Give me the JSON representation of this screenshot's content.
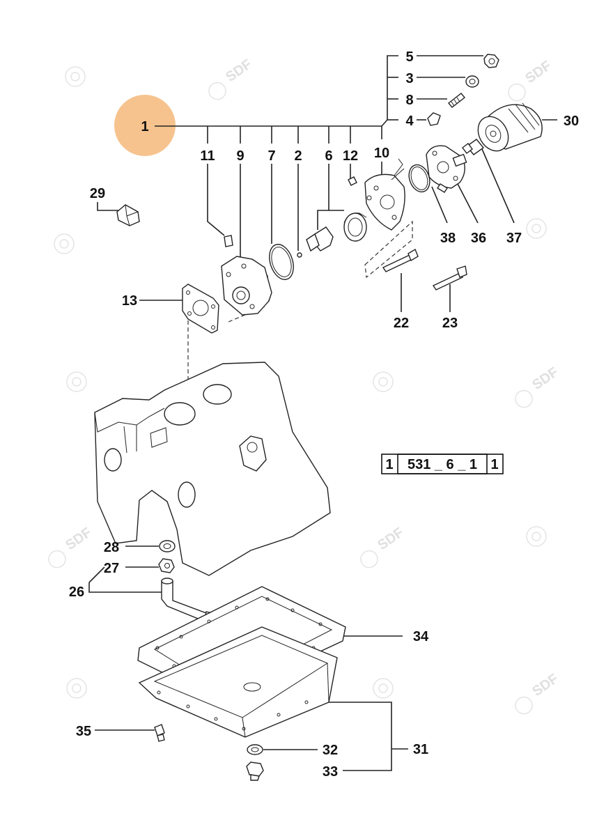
{
  "diagram": {
    "reference_code": [
      "1",
      "531 _ 6 _ 1",
      "1"
    ],
    "watermark_text": "SDF",
    "highlight_color": "#f5b97a",
    "part_numbers": {
      "p1": "1",
      "p2": "2",
      "p3": "3",
      "p4": "4",
      "p5": "5",
      "p6": "6",
      "p7": "7",
      "p8": "8",
      "p9": "9",
      "p10": "10",
      "p11": "11",
      "p12": "12",
      "p13": "13",
      "p22": "22",
      "p23": "23",
      "p26": "26",
      "p27": "27",
      "p28": "28",
      "p29": "29",
      "p30": "30",
      "p31": "31",
      "p32": "32",
      "p33": "33",
      "p34": "34",
      "p35": "35",
      "p36": "36",
      "p37": "37",
      "p38": "38"
    }
  }
}
